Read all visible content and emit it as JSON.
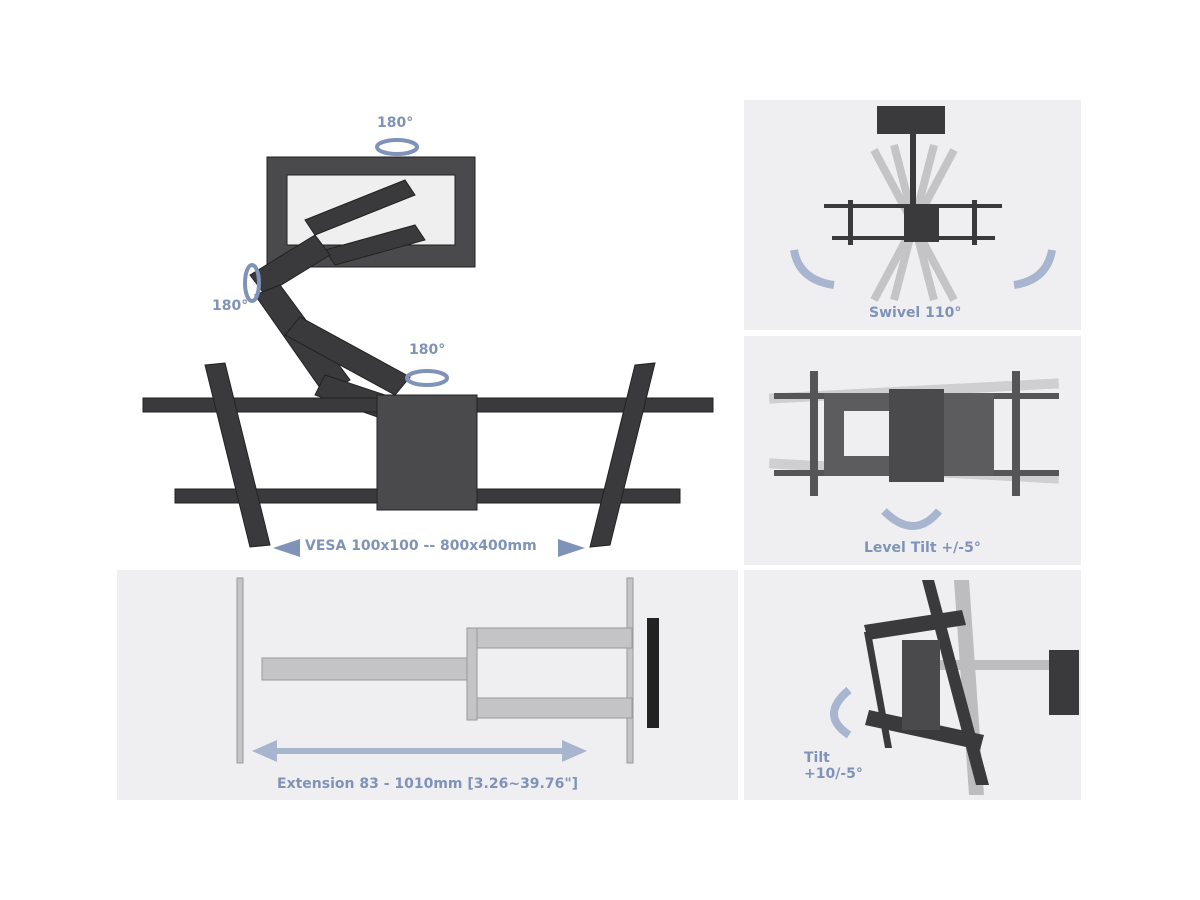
{
  "colors": {
    "label": "#7f93b8",
    "panel": "#efeff1",
    "metal": "#3a3a3c",
    "ghost": "#b9b9bb"
  },
  "main": {
    "rotation_top": "180°",
    "rotation_left": "180°",
    "rotation_center": "180°",
    "vesa": "VESA 100x100 -- 800x400mm"
  },
  "extension": {
    "label": "Extension 83 - 1010mm [3.26~39.76\"]"
  },
  "swivel": {
    "label": "Swivel 110°"
  },
  "level_tilt": {
    "label": "Level Tilt +/-5°"
  },
  "tilt": {
    "line1": "Tilt",
    "line2": "+10/-5°"
  }
}
